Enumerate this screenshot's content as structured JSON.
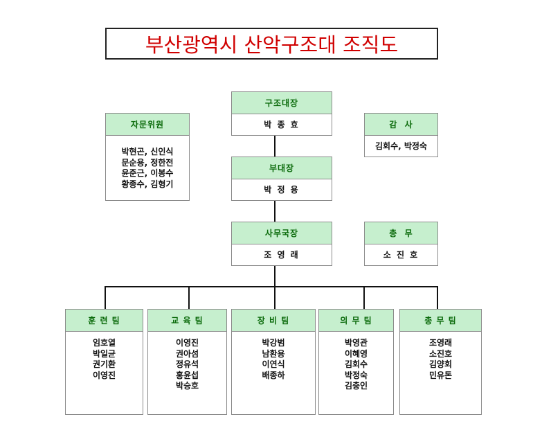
{
  "title": "부산광역시 산악구조대 조직도",
  "positions": {
    "chief": {
      "label": "구조대장",
      "name": "박 종 효"
    },
    "advisors": {
      "label": "자문위원",
      "names": [
        "박현곤, 신인식",
        "문순용, 정한전",
        "윤준근, 이봉수",
        "황종수, 김형기"
      ]
    },
    "auditor": {
      "label": "감  사",
      "name": "김회수, 박정숙"
    },
    "vice": {
      "label": "부대장",
      "name": "박 정 용"
    },
    "secretary": {
      "label": "사무국장",
      "name": "조 영 래"
    },
    "general": {
      "label": "총  무",
      "name": "소 진 호"
    }
  },
  "teams": [
    {
      "label": "훈 련 팀",
      "members": [
        "임호열",
        "박일균",
        "권기환",
        "이영진"
      ]
    },
    {
      "label": "교 육 팀",
      "members": [
        "이영진",
        "권아섬",
        "정유석",
        "홍윤섭",
        "박승호"
      ]
    },
    {
      "label": "장 비 팀",
      "members": [
        "박강범",
        "남환용",
        "이연식",
        "배종하"
      ]
    },
    {
      "label": "의 무 팀",
      "members": [
        "박영관",
        "이혜영",
        "김회수",
        "박정숙",
        "김충인"
      ]
    },
    {
      "label": "총 무 팀",
      "members": [
        "조영래",
        "소진호",
        "김양회",
        "민유돈"
      ]
    }
  ]
}
